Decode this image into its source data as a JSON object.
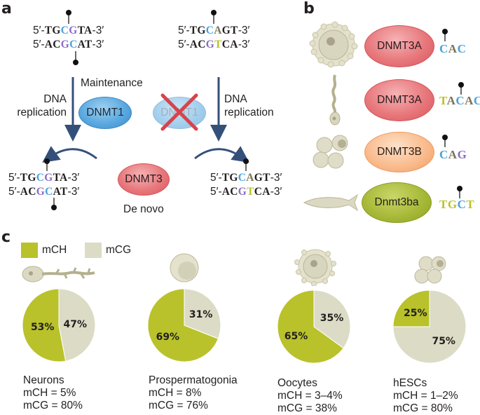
{
  "panels": {
    "a": {
      "label": "a",
      "top_left_seq": {
        "top": {
          "prefix": "5′-",
          "bases": [
            {
              "t": "TG",
              "c": ""
            },
            {
              "t": "C",
              "c": "cC"
            },
            {
              "t": "G",
              "c": "cG"
            },
            {
              "t": "TA",
              "c": ""
            }
          ],
          "suffix": "-3′"
        },
        "bottom": {
          "prefix": "5′-",
          "bases": [
            {
              "t": "AC",
              "c": ""
            },
            {
              "t": "G",
              "c": "cG"
            },
            {
              "t": "C",
              "c": "cC"
            },
            {
              "t": "AT",
              "c": ""
            }
          ],
          "suffix": "-3′"
        }
      },
      "top_right_seq": {
        "top": {
          "prefix": "5′-",
          "bases": [
            {
              "t": "TG",
              "c": ""
            },
            {
              "t": "C",
              "c": "cC"
            },
            {
              "t": "A",
              "c": "cA"
            },
            {
              "t": "GT",
              "c": ""
            }
          ],
          "suffix": "-3′"
        },
        "bottom": {
          "prefix": "5′-",
          "bases": [
            {
              "t": "AC",
              "c": ""
            },
            {
              "t": "G",
              "c": "cG"
            },
            {
              "t": "T",
              "c": "cT"
            },
            {
              "t": "CA",
              "c": ""
            }
          ],
          "suffix": "-3′"
        }
      },
      "bottom_left_seq": {
        "top": {
          "prefix": "5′-",
          "bases": [
            {
              "t": "TG",
              "c": ""
            },
            {
              "t": "C",
              "c": "cC"
            },
            {
              "t": "G",
              "c": "cG"
            },
            {
              "t": "TA",
              "c": ""
            }
          ],
          "suffix": "-3′"
        },
        "bottom": {
          "prefix": "5′-",
          "bases": [
            {
              "t": "AC",
              "c": ""
            },
            {
              "t": "G",
              "c": "cG"
            },
            {
              "t": "C",
              "c": "cC"
            },
            {
              "t": "AT",
              "c": ""
            }
          ],
          "suffix": "-3′"
        }
      },
      "bottom_right_seq": {
        "top": {
          "prefix": "5′-",
          "bases": [
            {
              "t": "TG",
              "c": ""
            },
            {
              "t": "C",
              "c": "cC"
            },
            {
              "t": "A",
              "c": "cA"
            },
            {
              "t": "GT",
              "c": ""
            }
          ],
          "suffix": "-3′"
        },
        "bottom": {
          "prefix": "5′-",
          "bases": [
            {
              "t": "AC",
              "c": ""
            },
            {
              "t": "G",
              "c": "cG"
            },
            {
              "t": "T",
              "c": "cT"
            },
            {
              "t": "CA",
              "c": ""
            }
          ],
          "suffix": "-3′"
        }
      },
      "maintenance_label": "Maintenance",
      "replication_label_left_1": "DNA",
      "replication_label_left_2": "replication",
      "replication_label_right_1": "DNA",
      "replication_label_right_2": "replication",
      "dnmt1_label": "DNMT1",
      "dnmt1_inactive_label": "DNMT1",
      "dnmt3_label": "DNMT3",
      "de_novo_label": "De novo"
    },
    "b": {
      "label": "b",
      "rows": [
        {
          "cell": "oocyte-icon",
          "enzyme": "DNMT3A",
          "color": "red",
          "motif": [
            {
              "t": "C",
              "c": "cC"
            },
            {
              "t": "A",
              "c": "cA"
            },
            {
              "t": "C",
              "c": "cC"
            }
          ],
          "methylated_index": 0
        },
        {
          "cell": "neuron-icon",
          "enzyme": "DNMT3A",
          "color": "red",
          "motif": [
            {
              "t": "T",
              "c": "cT"
            },
            {
              "t": "A",
              "c": "cA"
            },
            {
              "t": "C",
              "c": "cC"
            },
            {
              "t": "A",
              "c": "cA"
            },
            {
              "t": "C",
              "c": "cC"
            }
          ],
          "methylated_index": 2
        },
        {
          "cell": "stem-cells-icon",
          "enzyme": "DNMT3B",
          "color": "orange",
          "motif": [
            {
              "t": "C",
              "c": "cC"
            },
            {
              "t": "A",
              "c": "cA"
            },
            {
              "t": "G",
              "c": "cG"
            }
          ],
          "methylated_index": 0
        },
        {
          "cell": "fish-icon",
          "enzyme": "Dnmt3ba",
          "color": "olive",
          "motif": [
            {
              "t": "T",
              "c": "cT"
            },
            {
              "t": "G",
              "c": "cT"
            },
            {
              "t": "C",
              "c": "cC"
            },
            {
              "t": "T",
              "c": "cT"
            }
          ],
          "methylated_index": 2
        }
      ]
    },
    "c": {
      "label": "c",
      "legend": [
        {
          "label": "mCH",
          "color": "#b9c22a"
        },
        {
          "label": "mCG",
          "color": "#dcdcc6"
        }
      ]
    }
  },
  "colors": {
    "mCH": "#b9c22a",
    "mCG": "#dcdcc6",
    "C": "#4aa3dc",
    "G": "#8a6cc4",
    "A": "#7a7456",
    "T": "#b9c22a"
  },
  "chart_data": {
    "type": "pie",
    "title": "",
    "series_names": [
      "mCH",
      "mCG"
    ],
    "pies": [
      {
        "name": "Neurons",
        "mCH_share": 53,
        "mCG_share": 47,
        "labels": [
          "53%",
          "47%"
        ],
        "caption_1": "mCH = 5%",
        "caption_2": "mCG = 80%"
      },
      {
        "name": "Prospermatogonia",
        "mCH_share": 69,
        "mCG_share": 31,
        "labels": [
          "69%",
          "31%"
        ],
        "caption_1": "mCH = 8%",
        "caption_2": "mCG = 76%"
      },
      {
        "name": "Oocytes",
        "mCH_share": 65,
        "mCG_share": 35,
        "labels": [
          "65%",
          "35%"
        ],
        "caption_1": "mCH = 3–4%",
        "caption_2": "mCG = 38%"
      },
      {
        "name": "hESCs",
        "mCH_share": 25,
        "mCG_share": 75,
        "labels": [
          "25%",
          "75%"
        ],
        "caption_1": "mCH = 1–2%",
        "caption_2": "mCG = 80%"
      }
    ],
    "legend": [
      "mCH",
      "mCG"
    ],
    "legend_position": "top-left"
  }
}
